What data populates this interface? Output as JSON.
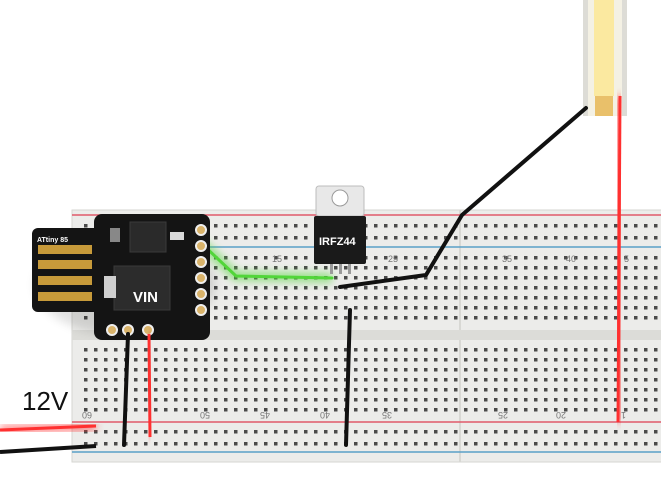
{
  "labels": {
    "supply_voltage": "12V",
    "vin_pin": "VIN",
    "mosfet_part": "IRFZ44",
    "board_name": "ATtiny 85"
  },
  "breadboard": {
    "column_numbers": [
      "15",
      "20",
      "25",
      "35",
      "40",
      "5",
      "60",
      "50",
      "45",
      "40",
      "35",
      "25",
      "20",
      "1"
    ]
  },
  "colors": {
    "board_pcb": "#141414",
    "usb_contacts": "#c79a3a",
    "mosfet_body": "#1a1a1a",
    "mosfet_tab": "#e8e8e8",
    "wire_red": "#ff2a2a",
    "wire_black": "#111111",
    "wire_green": "#52d63a",
    "rail_red": "#e05a6a",
    "rail_blue": "#5aa0c8",
    "led_strip": "#fbe9a0"
  },
  "icons": {
    "mosfet": "to220-transistor-icon",
    "microcontroller": "digispark-board-icon",
    "led_strip": "cob-led-strip-icon"
  }
}
